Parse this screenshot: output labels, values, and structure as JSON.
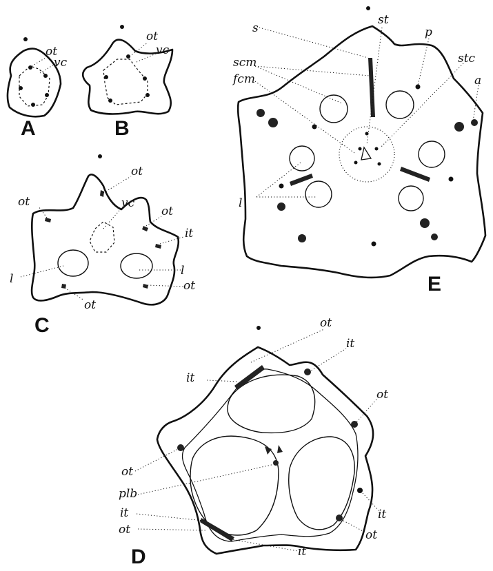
{
  "panels": {
    "A": {
      "letter": "A",
      "labels": {
        "ot": "ot",
        "vc": "vc"
      }
    },
    "B": {
      "letter": "B",
      "labels": {
        "ot": "ot",
        "vc": "vc"
      }
    },
    "C": {
      "letter": "C",
      "labels": {
        "ot_top": "ot",
        "ot_left": "ot",
        "ot_right": "ot",
        "vc": "vc",
        "it": "it",
        "l_left": "l",
        "l_right": "l",
        "ot_lower_right": "ot",
        "ot_bottom": "ot"
      }
    },
    "D": {
      "letter": "D",
      "labels": {
        "ot_top": "ot",
        "it_top_right": "it",
        "it_top_left": "it",
        "ot_right": "ot",
        "ot_left": "ot",
        "plb": "plb",
        "it_left": "it",
        "ot_bottom_left": "ot",
        "it_lower_right": "it",
        "ot_bottom_right": "ot",
        "it_bottom": "it"
      }
    },
    "E": {
      "letter": "E",
      "labels": {
        "s": "s",
        "st": "st",
        "p": "p",
        "stc": "stc",
        "scm": "scm",
        "fcm": "fcm",
        "a": "a",
        "l": "l"
      }
    }
  }
}
